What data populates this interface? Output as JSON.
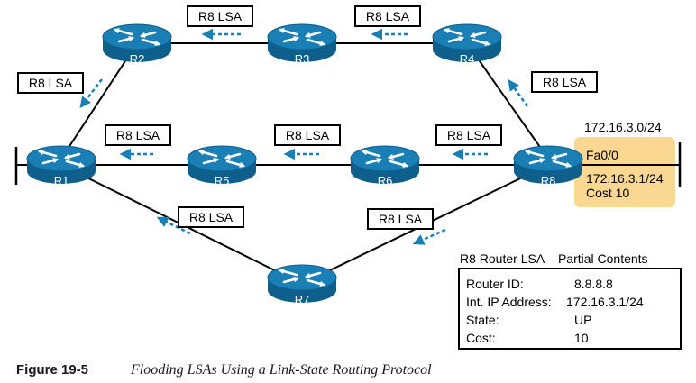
{
  "routers": {
    "r1": "R1",
    "r2": "R2",
    "r3": "R3",
    "r4": "R4",
    "r5": "R5",
    "r6": "R6",
    "r7": "R7",
    "r8": "R8"
  },
  "lsa_label": "R8 LSA",
  "subnet": {
    "network": "172.16.3.0/24",
    "interface": "Fa0/0",
    "address": "172.16.3.1/24",
    "cost": "Cost 10"
  },
  "lsa_table": {
    "title": "R8 Router LSA – Partial Contents",
    "rows": [
      {
        "label": "Router ID:",
        "value": "8.8.8.8"
      },
      {
        "label": "Int. IP Address:",
        "value": "172.16.3.1/24"
      },
      {
        "label": "State:",
        "value": "UP"
      },
      {
        "label": "Cost:",
        "value": "10"
      }
    ]
  },
  "caption": {
    "label": "Figure 19-5",
    "text": "Flooding LSAs Using a Link-State Routing Protocol"
  },
  "colors": {
    "router_fill": "#1a7fb5",
    "router_dark": "#0e5f8c",
    "arrow": "#1a7fb5",
    "subnet_fill": "#fad892"
  }
}
